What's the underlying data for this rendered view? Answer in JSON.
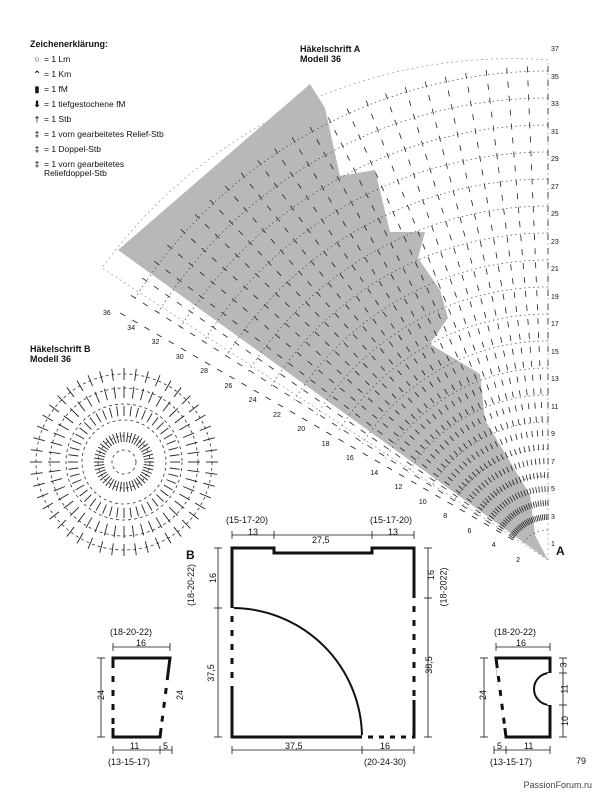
{
  "legend": {
    "title": "Zeichenerklärung:",
    "items": [
      {
        "symbol": "○",
        "label": "= 1 Lm"
      },
      {
        "symbol": "⌃",
        "label": "= 1 Km"
      },
      {
        "symbol": "▮",
        "label": "= 1 fM"
      },
      {
        "symbol": "⬇",
        "label": "= 1 tiefgestochene fM"
      },
      {
        "symbol": "†",
        "label": "= 1 Stb"
      },
      {
        "symbol": "‡",
        "label": "= 1 vorn gearbeitetes Relief-Stb"
      },
      {
        "symbol": "‡",
        "label": "= 1 Doppel-Stb"
      },
      {
        "symbol": "‡",
        "label": "= 1 vorn gearbeitetes\nReliefdoppel-Stb"
      }
    ]
  },
  "chart_a": {
    "title_line1": "Häkelschrift A",
    "title_line2": "Modell 36",
    "marker": "A",
    "row_numbers_right": [
      "37",
      "35",
      "33",
      "31",
      "29",
      "27",
      "25",
      "23",
      "21",
      "19",
      "17",
      "15",
      "13",
      "11",
      "9",
      "7",
      "5",
      "3",
      "1"
    ],
    "row_numbers_left": [
      "36",
      "34",
      "32",
      "30",
      "28",
      "26",
      "24",
      "22",
      "20",
      "18",
      "16",
      "14",
      "12",
      "10",
      "8",
      "6",
      "4",
      "2"
    ]
  },
  "chart_b": {
    "title_line1": "Häkelschrift B",
    "title_line2": "Modell 36"
  },
  "schematic_main": {
    "marker": "B",
    "top_left_sizes": "(15-17-20)",
    "top_left_value": "13",
    "top_middle_value": "27,5",
    "top_right_sizes": "(15-17-20)",
    "top_right_value": "13",
    "left_upper_sizes": "(18-20-22)",
    "left_upper_value": "16",
    "left_lower_value": "37,5",
    "right_upper_value": "16",
    "right_upper_sizes": "(18-2022)",
    "right_lower_value": "38,5",
    "bottom_left_value": "37,5",
    "bottom_right_value": "16",
    "bottom_right_sizes": "(20-24-30)"
  },
  "schematic_left": {
    "top_sizes": "(18-20-22)",
    "top_value": "16",
    "left_value": "24",
    "right_value": "24",
    "bottom_value_a": "11",
    "bottom_value_b": "5",
    "bottom_sizes": "(13-15-17)"
  },
  "schematic_right": {
    "top_sizes": "(18-20-22)",
    "top_value": "16",
    "left_value": "24",
    "right_value_a": "3",
    "right_value_b": "11",
    "right_value_c": "10",
    "bottom_value_a": "5",
    "bottom_value_b": "11",
    "bottom_sizes": "(13-15-17)"
  },
  "page_number": "79",
  "watermark": "PassionForum.ru",
  "colors": {
    "shading": "#b8b8b8",
    "ink": "#111111"
  }
}
